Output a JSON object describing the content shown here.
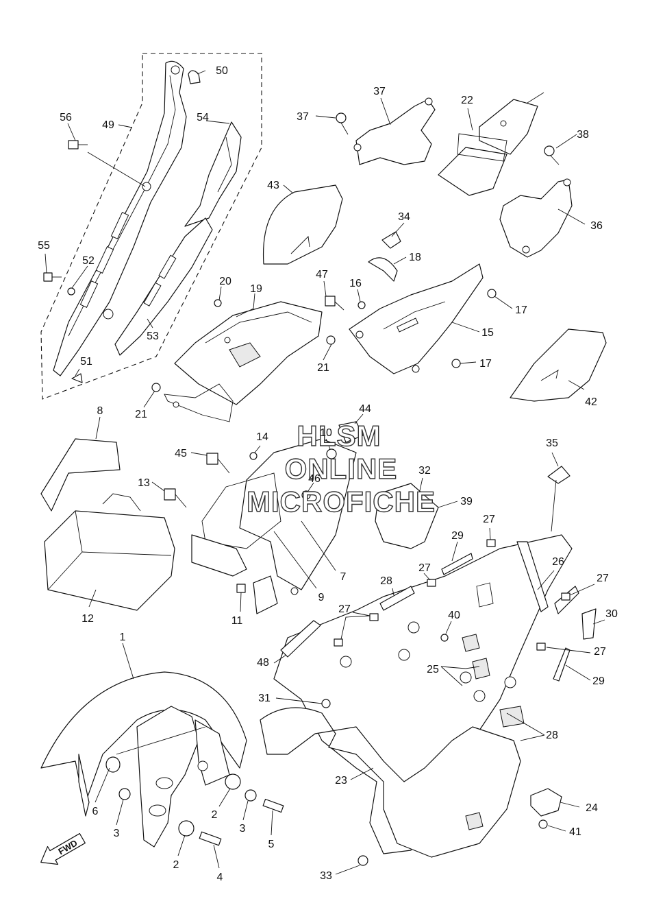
{
  "diagram": {
    "watermark": {
      "line1": "HLSM",
      "line2": "ONLINE",
      "line3": "MICROFICHE"
    },
    "fwd_badge": "FWD",
    "callouts": [
      "1",
      "2",
      "2",
      "3",
      "3",
      "4",
      "5",
      "6",
      "7",
      "8",
      "9",
      "10",
      "11",
      "12",
      "13",
      "14",
      "15",
      "16",
      "17",
      "17",
      "18",
      "19",
      "20",
      "21",
      "21",
      "22",
      "23",
      "24",
      "25",
      "26",
      "27",
      "27",
      "27",
      "27",
      "27",
      "28",
      "28",
      "29",
      "29",
      "30",
      "31",
      "32",
      "33",
      "34",
      "35",
      "36",
      "37",
      "37",
      "38",
      "39",
      "40",
      "41",
      "42",
      "43",
      "44",
      "45",
      "46",
      "47",
      "48",
      "49",
      "50",
      "51",
      "52",
      "53",
      "54",
      "55",
      "56"
    ]
  }
}
